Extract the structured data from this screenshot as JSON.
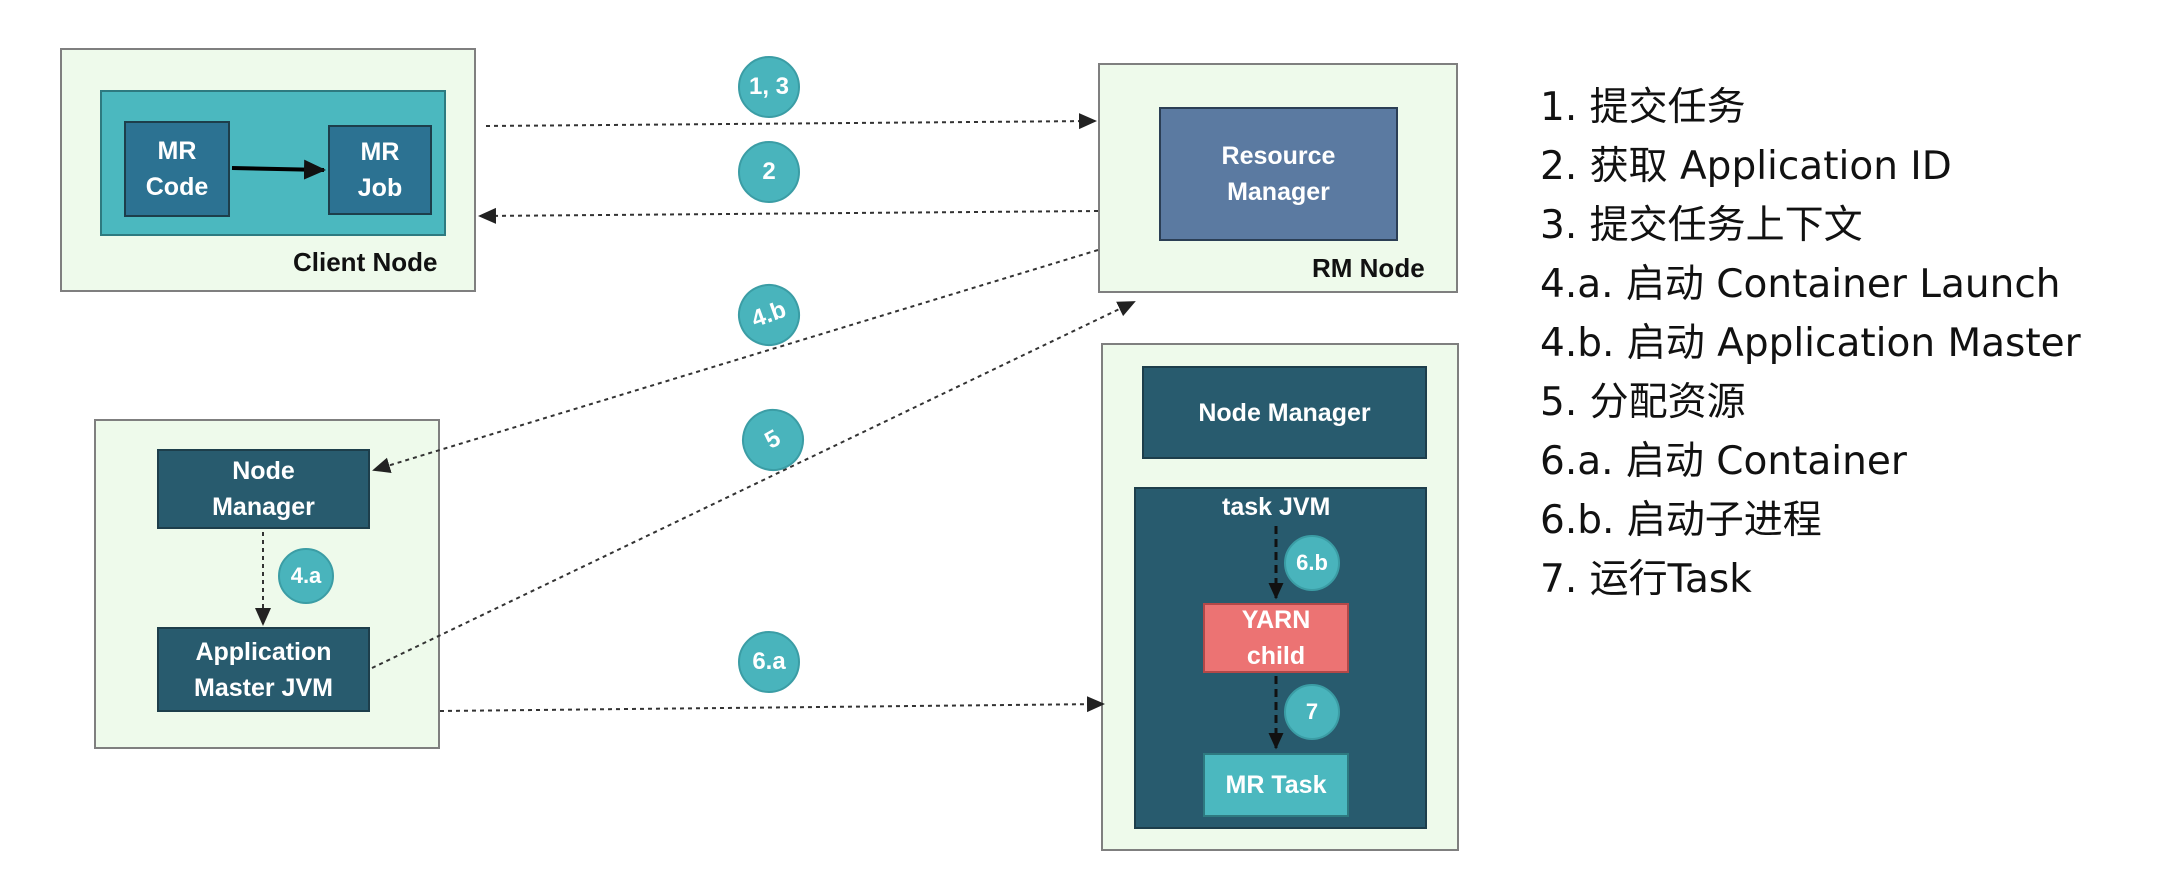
{
  "diagram": {
    "client_node": {
      "label": "Client Node",
      "mr_code": "MR\nCode",
      "mr_job": "MR\nJob"
    },
    "rm_node": {
      "label": "RM Node",
      "resource_manager": "Resource\nManager"
    },
    "am_node": {
      "node_manager": "Node\nManager",
      "app_master": "Application\nMaster JVM"
    },
    "worker_node": {
      "node_manager": "Node Manager",
      "task_jvm": "task JVM",
      "yarn_child": "YARN\nchild",
      "mr_task": "MR Task"
    },
    "badges": {
      "s1_3": "1, 3",
      "s2": "2",
      "s4b": "4.b",
      "s5": "5",
      "s4a": "4.a",
      "s6a": "6.a",
      "s6b": "6.b",
      "s7": "7"
    }
  },
  "legend": [
    "1. 提交任务",
    "2. 获取 Application ID",
    "3. 提交任务上下文",
    "4.a. 启动 Container Launch",
    "4.b. 启动 Application Master",
    "5. 分配资源",
    "6.a. 启动 Container",
    "6.b. 启动子进程",
    "7. 运行Task"
  ],
  "colors": {
    "node_background": "#eefaeb",
    "dark_box": "#285b6e",
    "resource_manager": "#5b7aa1",
    "badge": "#49b4bc",
    "yarn_child": "#ec7373"
  }
}
